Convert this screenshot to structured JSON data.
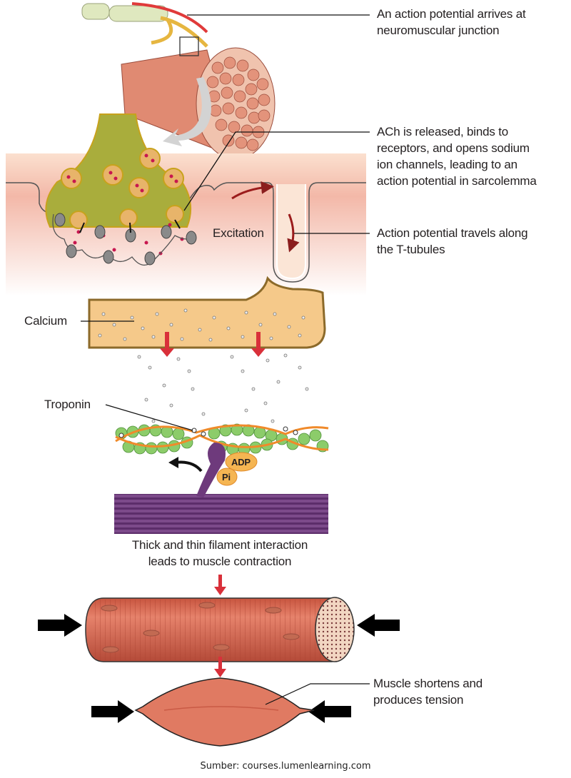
{
  "labels": {
    "step1": [
      "An action potential arrives at",
      "neuromuscular junction"
    ],
    "step2": [
      "ACh is released, binds to",
      "receptors, and opens sodium",
      "ion channels, leading to an",
      "action potential in sarcolemma"
    ],
    "step3": [
      "Action potential travels along",
      "the T-tubules"
    ],
    "excitation": "Excitation",
    "calcium": "Calcium",
    "troponin": "Troponin",
    "adp": "ADP",
    "pi": "Pi",
    "filament": [
      "Thick and thin filament interaction",
      "leads to muscle contraction"
    ],
    "shortens": [
      "Muscle shortens and",
      "produces tension"
    ]
  },
  "source": "Sumber: courses.lumenlearning.com",
  "colors": {
    "muscle": "#d9745e",
    "sarcoplasm": "#f9dccb",
    "terminal": "#a9ad3c",
    "reticulum": "#f5c98a",
    "actin": "#8ccc6a",
    "tropomyosin": "#f08a2a",
    "myosin": "#6e3a7c",
    "arrow_red": "#d9303a"
  }
}
